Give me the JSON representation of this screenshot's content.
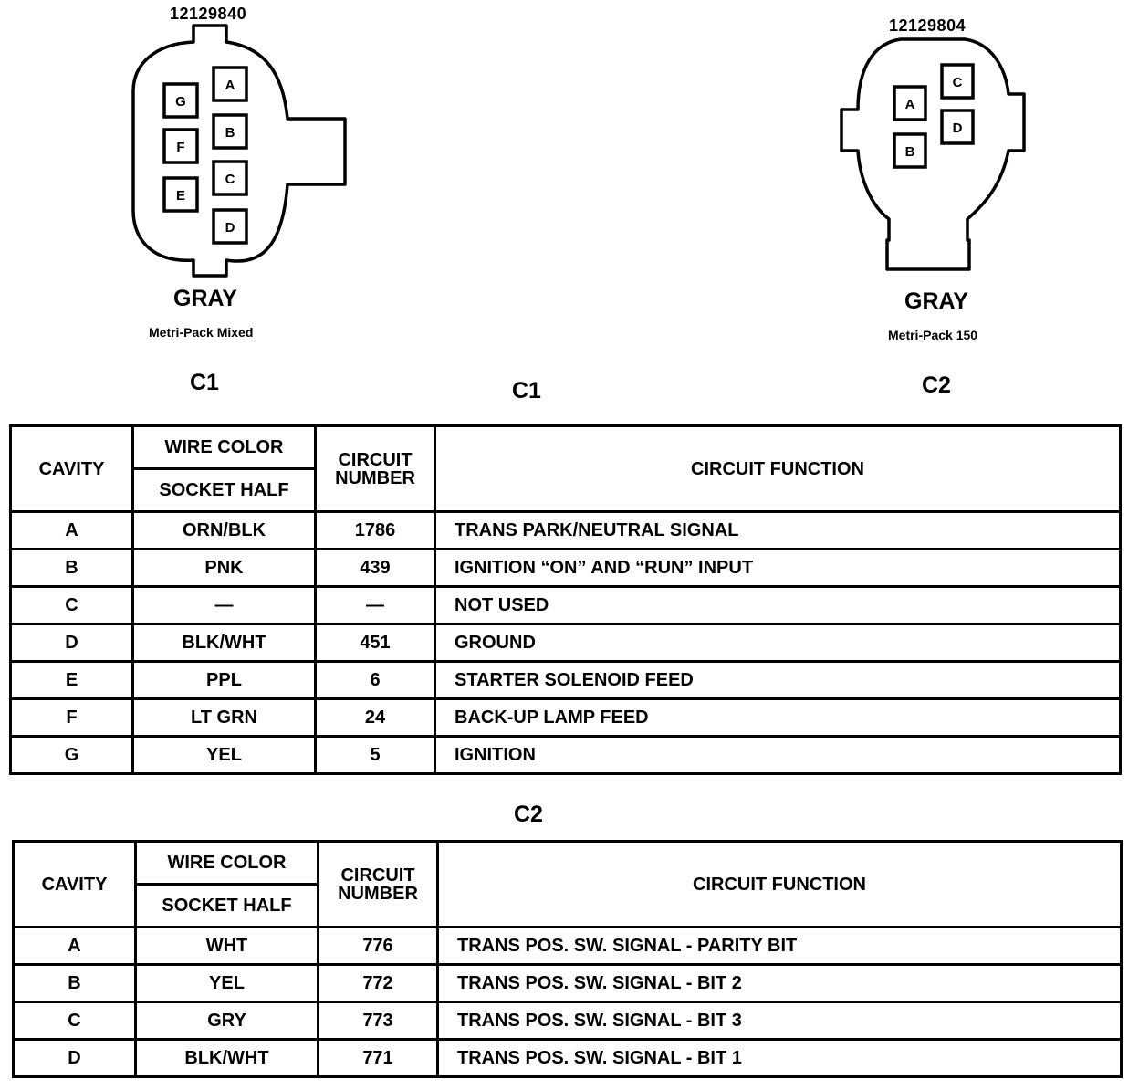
{
  "connectors": [
    {
      "part_number": "12129840",
      "color": "GRAY",
      "type": "Metri-Pack Mixed",
      "label": "C1",
      "cavities": [
        "A",
        "B",
        "C",
        "D",
        "E",
        "F",
        "G"
      ]
    },
    {
      "part_number": "12129804",
      "color": "GRAY",
      "type": "Metri-Pack 150",
      "label": "C2",
      "cavities": [
        "A",
        "B",
        "C",
        "D"
      ]
    }
  ],
  "headers": {
    "cavity": "CAVITY",
    "wire_color": "WIRE COLOR",
    "socket_half": "SOCKET HALF",
    "circuit_number_line1": "CIRCUIT",
    "circuit_number_line2": "NUMBER",
    "circuit_function": "CIRCUIT FUNCTION"
  },
  "tables": [
    {
      "title": "C1",
      "rows": [
        {
          "cavity": "A",
          "wire": "ORN/BLK",
          "circuit": "1786",
          "function": "TRANS PARK/NEUTRAL SIGNAL"
        },
        {
          "cavity": "B",
          "wire": "PNK",
          "circuit": "439",
          "function": "IGNITION “ON” AND “RUN” INPUT"
        },
        {
          "cavity": "C",
          "wire": "—",
          "circuit": "—",
          "function": "NOT USED"
        },
        {
          "cavity": "D",
          "wire": "BLK/WHT",
          "circuit": "451",
          "function": "GROUND"
        },
        {
          "cavity": "E",
          "wire": "PPL",
          "circuit": "6",
          "function": "STARTER SOLENOID FEED"
        },
        {
          "cavity": "F",
          "wire": "LT GRN",
          "circuit": "24",
          "function": "BACK-UP LAMP FEED"
        },
        {
          "cavity": "G",
          "wire": "YEL",
          "circuit": "5",
          "function": "IGNITION"
        }
      ]
    },
    {
      "title": "C2",
      "rows": [
        {
          "cavity": "A",
          "wire": "WHT",
          "circuit": "776",
          "function": "TRANS POS. SW. SIGNAL - PARITY BIT"
        },
        {
          "cavity": "B",
          "wire": "YEL",
          "circuit": "772",
          "function": "TRANS POS. SW. SIGNAL - BIT 2"
        },
        {
          "cavity": "C",
          "wire": "GRY",
          "circuit": "773",
          "function": "TRANS POS. SW. SIGNAL - BIT 3"
        },
        {
          "cavity": "D",
          "wire": "BLK/WHT",
          "circuit": "771",
          "function": "TRANS POS. SW. SIGNAL - BIT 1"
        }
      ]
    }
  ]
}
